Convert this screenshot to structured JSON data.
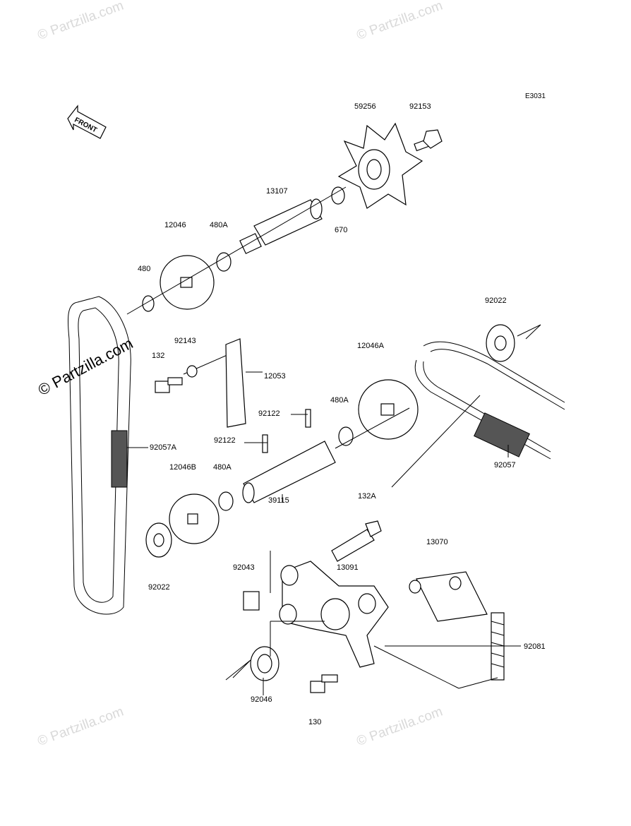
{
  "diagram": {
    "code": "E3031",
    "front_label": "FRONT",
    "watermark_text": "© Partzilla.com",
    "watermark_text_faint": "© Partzilla.com",
    "parts": {
      "p59256": "59256",
      "p92153": "92153",
      "p13107": "13107",
      "p670": "670",
      "p12046": "12046",
      "p480A_top": "480A",
      "p480": "480",
      "p92022_right": "92022",
      "p92143": "92143",
      "p132": "132",
      "p12053": "12053",
      "p12046A": "12046A",
      "p92122_upper": "92122",
      "p480A_mid": "480A",
      "p92122_lower": "92122",
      "p92057A": "92057A",
      "p12046B": "12046B",
      "p480A_low": "480A",
      "p92057": "92057",
      "p39115": "39115",
      "p132A": "132A",
      "p92022_left": "92022",
      "p13070": "13070",
      "p92043": "92043",
      "p13091": "13091",
      "p92081": "92081",
      "p92046": "92046",
      "p130": "130"
    }
  }
}
